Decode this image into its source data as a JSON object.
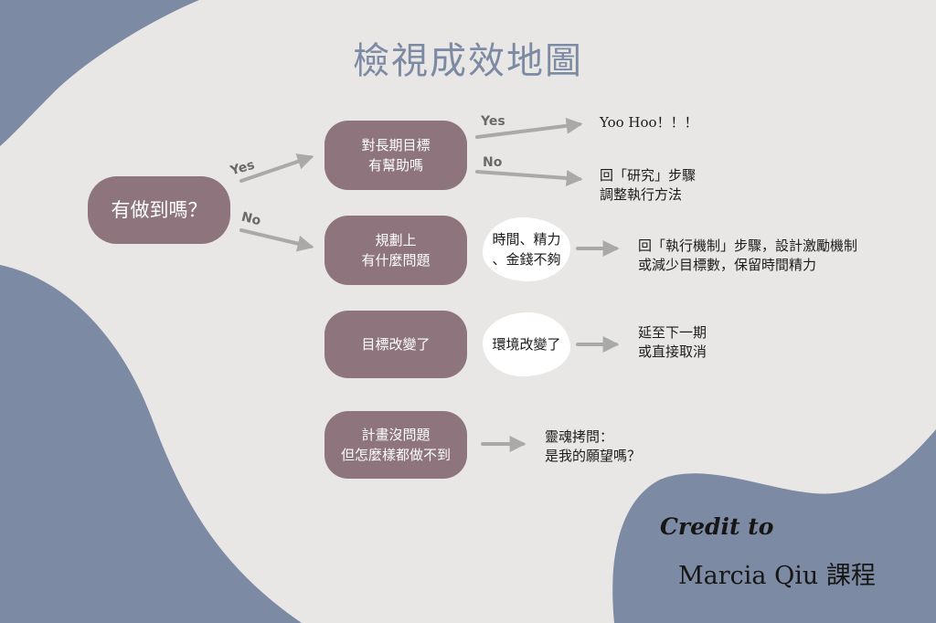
{
  "title": "檢視成效地圖",
  "colors": {
    "background": "#e9e7e5",
    "decor": "#7d8aa3",
    "node": "#8d747d",
    "arrow": "#a9a9a9"
  },
  "root": "有做到嗎？",
  "labels": {
    "yes": "Yes",
    "no": "No"
  },
  "nodes": {
    "long_term": "對長期目標\n有幫助嗎",
    "planning": "規劃上\n有什麼問題",
    "goal_changed": "目標改變了",
    "cant_do": "計畫沒問題\n但怎麼樣都做不到"
  },
  "causes": {
    "time": "時間、精力\n、金錢不夠",
    "env": "環境改變了"
  },
  "outcomes": {
    "yoohoo": "Yoo Hoo！！！",
    "research": "回「研究」步驟\n調整執行方法",
    "mechanism": "回「執行機制」步驟，設計激勵機制\n或減少目標數，保留時間精力",
    "postpone": "延至下一期\n或直接取消",
    "soul": "靈魂拷問：\n是我的願望嗎？"
  },
  "credit": {
    "line1": "Credit to",
    "line2": "Marcia Qiu 課程"
  }
}
